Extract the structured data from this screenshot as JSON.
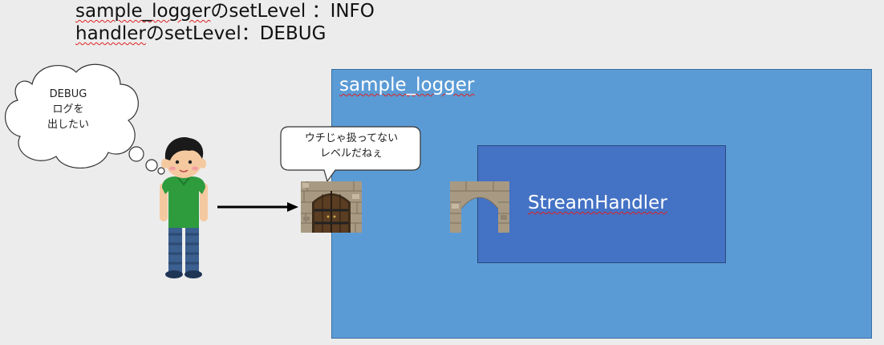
{
  "header": {
    "line1_name": "sample_logger",
    "line1_rest": "のsetLevel ：INFO",
    "line2_name": "handler",
    "line2_rest": "のsetLevel：DEBUG"
  },
  "logger_box": {
    "label": "sample_logger",
    "color": "#5b9bd5"
  },
  "handler_box": {
    "label": "StreamHandler",
    "color": "#4472c4"
  },
  "thought_bubble": {
    "lines": [
      "DEBUG",
      "ログを",
      "出したい"
    ]
  },
  "speech_bubble": {
    "lines": [
      "ウチじゃ扱ってない",
      "レベルだねぇ"
    ]
  },
  "icons": {
    "person": "person-icon",
    "arrow": "right-arrow-icon",
    "closed_gate": "closed-castle-gate-icon",
    "open_gate": "open-stone-arch-icon"
  }
}
